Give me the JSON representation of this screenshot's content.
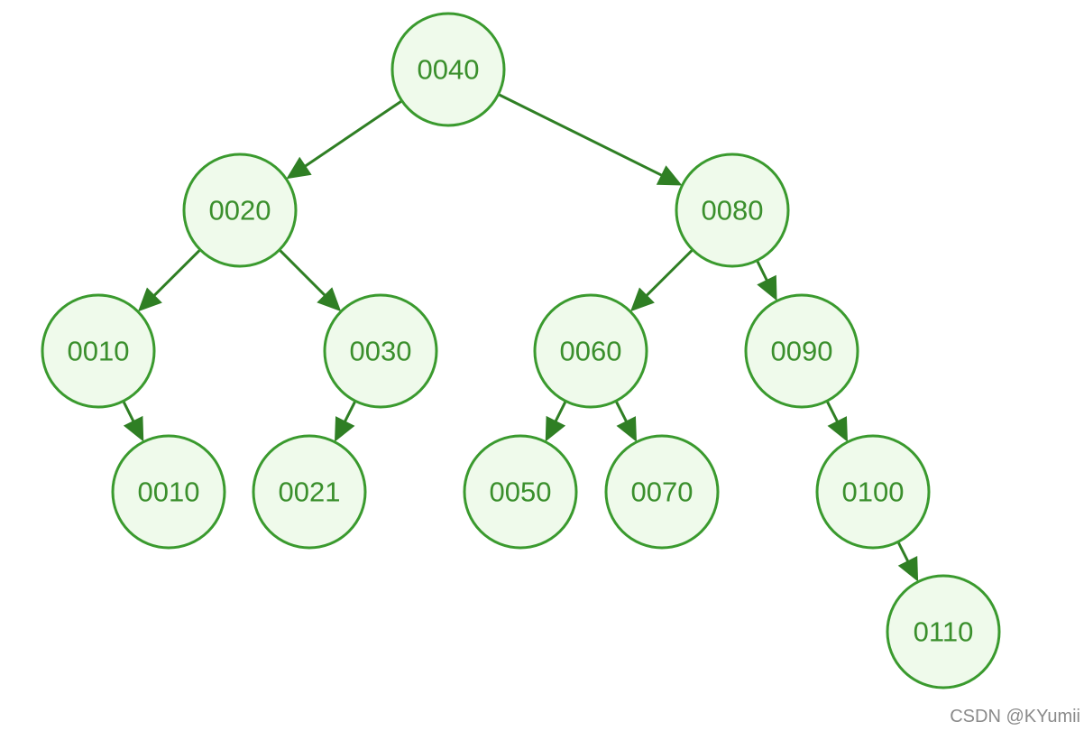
{
  "diagram": {
    "nodes": [
      {
        "id": "n0040",
        "label": "0040"
      },
      {
        "id": "n0020",
        "label": "0020"
      },
      {
        "id": "n0080",
        "label": "0080"
      },
      {
        "id": "n0010a",
        "label": "0010"
      },
      {
        "id": "n0030",
        "label": "0030"
      },
      {
        "id": "n0060",
        "label": "0060"
      },
      {
        "id": "n0090",
        "label": "0090"
      },
      {
        "id": "n0010b",
        "label": "0010"
      },
      {
        "id": "n0021",
        "label": "0021"
      },
      {
        "id": "n0050",
        "label": "0050"
      },
      {
        "id": "n0070",
        "label": "0070"
      },
      {
        "id": "n0100",
        "label": "0100"
      },
      {
        "id": "n0110",
        "label": "0110"
      }
    ],
    "edges": [
      {
        "from": "n0040",
        "to": "n0020"
      },
      {
        "from": "n0040",
        "to": "n0080"
      },
      {
        "from": "n0020",
        "to": "n0010a"
      },
      {
        "from": "n0020",
        "to": "n0030"
      },
      {
        "from": "n0080",
        "to": "n0060"
      },
      {
        "from": "n0080",
        "to": "n0090"
      },
      {
        "from": "n0010a",
        "to": "n0010b"
      },
      {
        "from": "n0030",
        "to": "n0021"
      },
      {
        "from": "n0060",
        "to": "n0050"
      },
      {
        "from": "n0060",
        "to": "n0070"
      },
      {
        "from": "n0090",
        "to": "n0100"
      },
      {
        "from": "n0100",
        "to": "n0110"
      }
    ]
  },
  "colors": {
    "node_fill": "#effaeb",
    "node_stroke": "#3a9a2e",
    "node_text": "#3a8f2c",
    "edge": "#2f7f24"
  },
  "watermark": {
    "text": "CSDN @KYumii"
  }
}
